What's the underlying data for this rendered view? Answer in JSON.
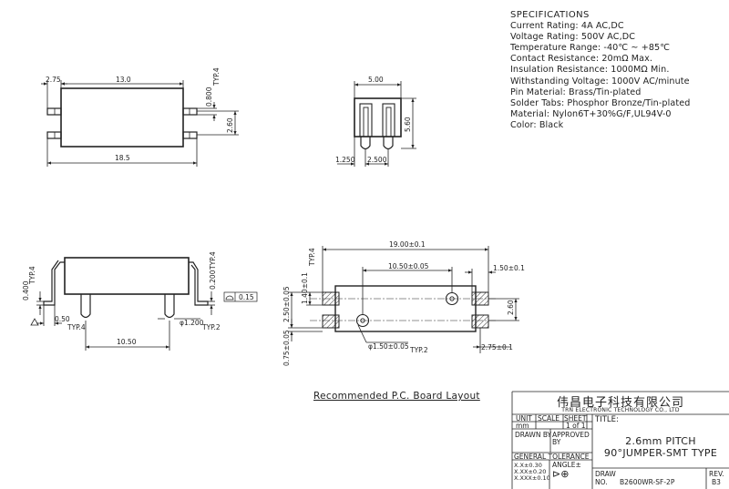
{
  "specifications": {
    "heading": "SPECIFICATIONS",
    "lines": [
      "Current Rating: 4A AC,DC",
      "Voltage Rating: 500V AC,DC",
      "Temperature Range: -40℃ ~ +85℃",
      "Contact Resistance: 20mΩ Max.",
      "Insulation Resistance: 1000MΩ Min.",
      "Withstanding Voltage: 1000V AC/minute",
      "Pin Material: Brass/Tin-plated",
      "Solder Tabs: Phosphor Bronze/Tin-plated",
      "Material: Nylon6T+30%G/F,UL94V-0",
      "Color: Black"
    ]
  },
  "top_view": {
    "dim_left": "2.75",
    "dim_body": "13.0",
    "dim_overall": "18.5",
    "dim_tab_h": "0.800",
    "dim_tab_note": "TYP.4",
    "dim_pitch": "2.60"
  },
  "end_view": {
    "dim_width": "5.00",
    "dim_height": "5.60",
    "dim_offset": "1.250",
    "dim_pitch": "2.500"
  },
  "side_view": {
    "dim_thick": "0.400",
    "dim_thick_note": "TYP.4",
    "dim_tab": "0.200",
    "dim_tab_note": "TYP.4",
    "flatness": "0.15",
    "dim_pin_w": "0.50",
    "dim_pin_w_note": "TYP.4",
    "dim_pin_dia": "φ1.200",
    "dim_pin_dia_note": "TYP.2",
    "dim_span": "10.50"
  },
  "pcb_layout": {
    "caption": "Recommended P.C. Board Layout",
    "dim_overall": "19.00±0.1",
    "dim_center": "10.50±0.05",
    "dim_pad_w": "1.50±0.1",
    "dim_pad_off": "2.75±0.1",
    "dim_pitch": "2.60",
    "dim_hole": "φ1.50±0.05",
    "dim_hole_note": "TYP.2",
    "dim_left_pitch": "2.50±0.05",
    "dim_left_pad": "1.40±0.1",
    "dim_left_note": "TYP.4",
    "dim_bottom": "0.75±0.05"
  },
  "title_block": {
    "company_cn": "伟昌电子科技有限公司",
    "company_en": "TRN ELECTRONIC TECHNOLOGY CO., LTD",
    "unit_label": "UNIT",
    "unit_value": "mm",
    "scale_label": "SCALE",
    "sheet_label": "SHEET",
    "sheet_value": "1 of 1",
    "title_label": "TITLE:",
    "drawn_label": "DRAWN BY",
    "approved_label": "APPROVED BY",
    "tolerance_label": "GENERAL TOLERANCE",
    "tol_1": "X.X±0.30",
    "tol_2": "X.XX±0.20",
    "tol_3": "X.XXX±0.10",
    "angle_label": "ANGLE±",
    "title_line1": "2.6mm PITCH",
    "title_line2": "90°JUMPER-SMT TYPE",
    "draw_label": "DRAW",
    "no_label": "NO.",
    "draw_no": "B2600WR-SF-2P",
    "rev_label": "REV.",
    "rev_value": "B3"
  }
}
